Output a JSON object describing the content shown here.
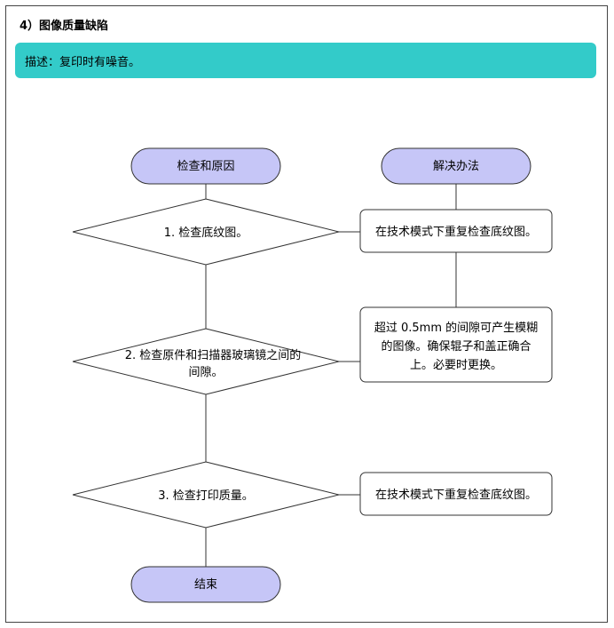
{
  "section_heading": "4）图像质量缺陷",
  "description": "描述：复印时有噪音。",
  "colors": {
    "banner": "#33cbc9",
    "terminator_fill": "#c6c6f7",
    "stroke": "#333333"
  },
  "flowchart": {
    "headers": {
      "checks": "检查和原因",
      "solutions": "解决办法"
    },
    "steps": [
      {
        "check": [
          "1. 检查底纹图。"
        ],
        "solution": [
          "在技术模式下重复检查底纹图。"
        ]
      },
      {
        "check": [
          "2. 检查原件和扫描器玻璃镜之间的",
          "间隙。"
        ],
        "solution": [
          "超过 0.5mm 的间隙可产生模糊",
          "的图像。确保辊子和盖正确合",
          "上。必要时更换。"
        ]
      },
      {
        "check": [
          "3. 检查打印质量。"
        ],
        "solution": [
          "在技术模式下重复检查底纹图。"
        ]
      }
    ],
    "end": "结束"
  }
}
